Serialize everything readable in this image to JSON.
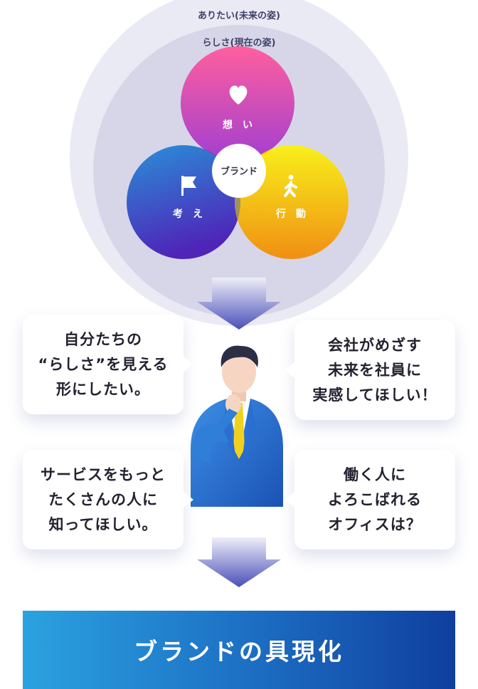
{
  "diagram": {
    "outer_circle_label": "ありたい(未来の姿)",
    "inner_circle_label": "らしさ(現在の姿)",
    "center_label": "ブランド",
    "circles": [
      {
        "label": "想　い",
        "icon": "heart-icon",
        "color_top": "#ff5f9e",
        "color_bottom": "#a33fd0"
      },
      {
        "label": "考　え",
        "icon": "flag-icon",
        "color_top": "#2a8fd8",
        "color_bottom": "#4f24b8"
      },
      {
        "label": "行　動",
        "icon": "walking-person-icon",
        "color_top": "#f8f01a",
        "color_bottom": "#f08f14"
      }
    ]
  },
  "speech_bubbles": {
    "top_left": [
      "自分たちの",
      "“らしさ”を見える",
      "形にしたい。"
    ],
    "top_right": [
      "会社がめざす",
      "未来を社員に",
      "実感してほしい！"
    ],
    "bottom_left": [
      "サービスをもっと",
      "たくさんの人に",
      "知ってほしい。"
    ],
    "bottom_right": [
      "働く人に",
      "よろこばれる",
      "オフィスは？"
    ]
  },
  "result": {
    "label": "ブランドの具現化"
  },
  "colors": {
    "outer_ring": "#eaeaf4",
    "inner_ring": "#d6d6e8",
    "arrow_top": "#eeeef8",
    "arrow_bottom": "#4a4fb8",
    "result_gradient_left": "#2ba2e0",
    "result_gradient_right": "#0f3f9e"
  }
}
